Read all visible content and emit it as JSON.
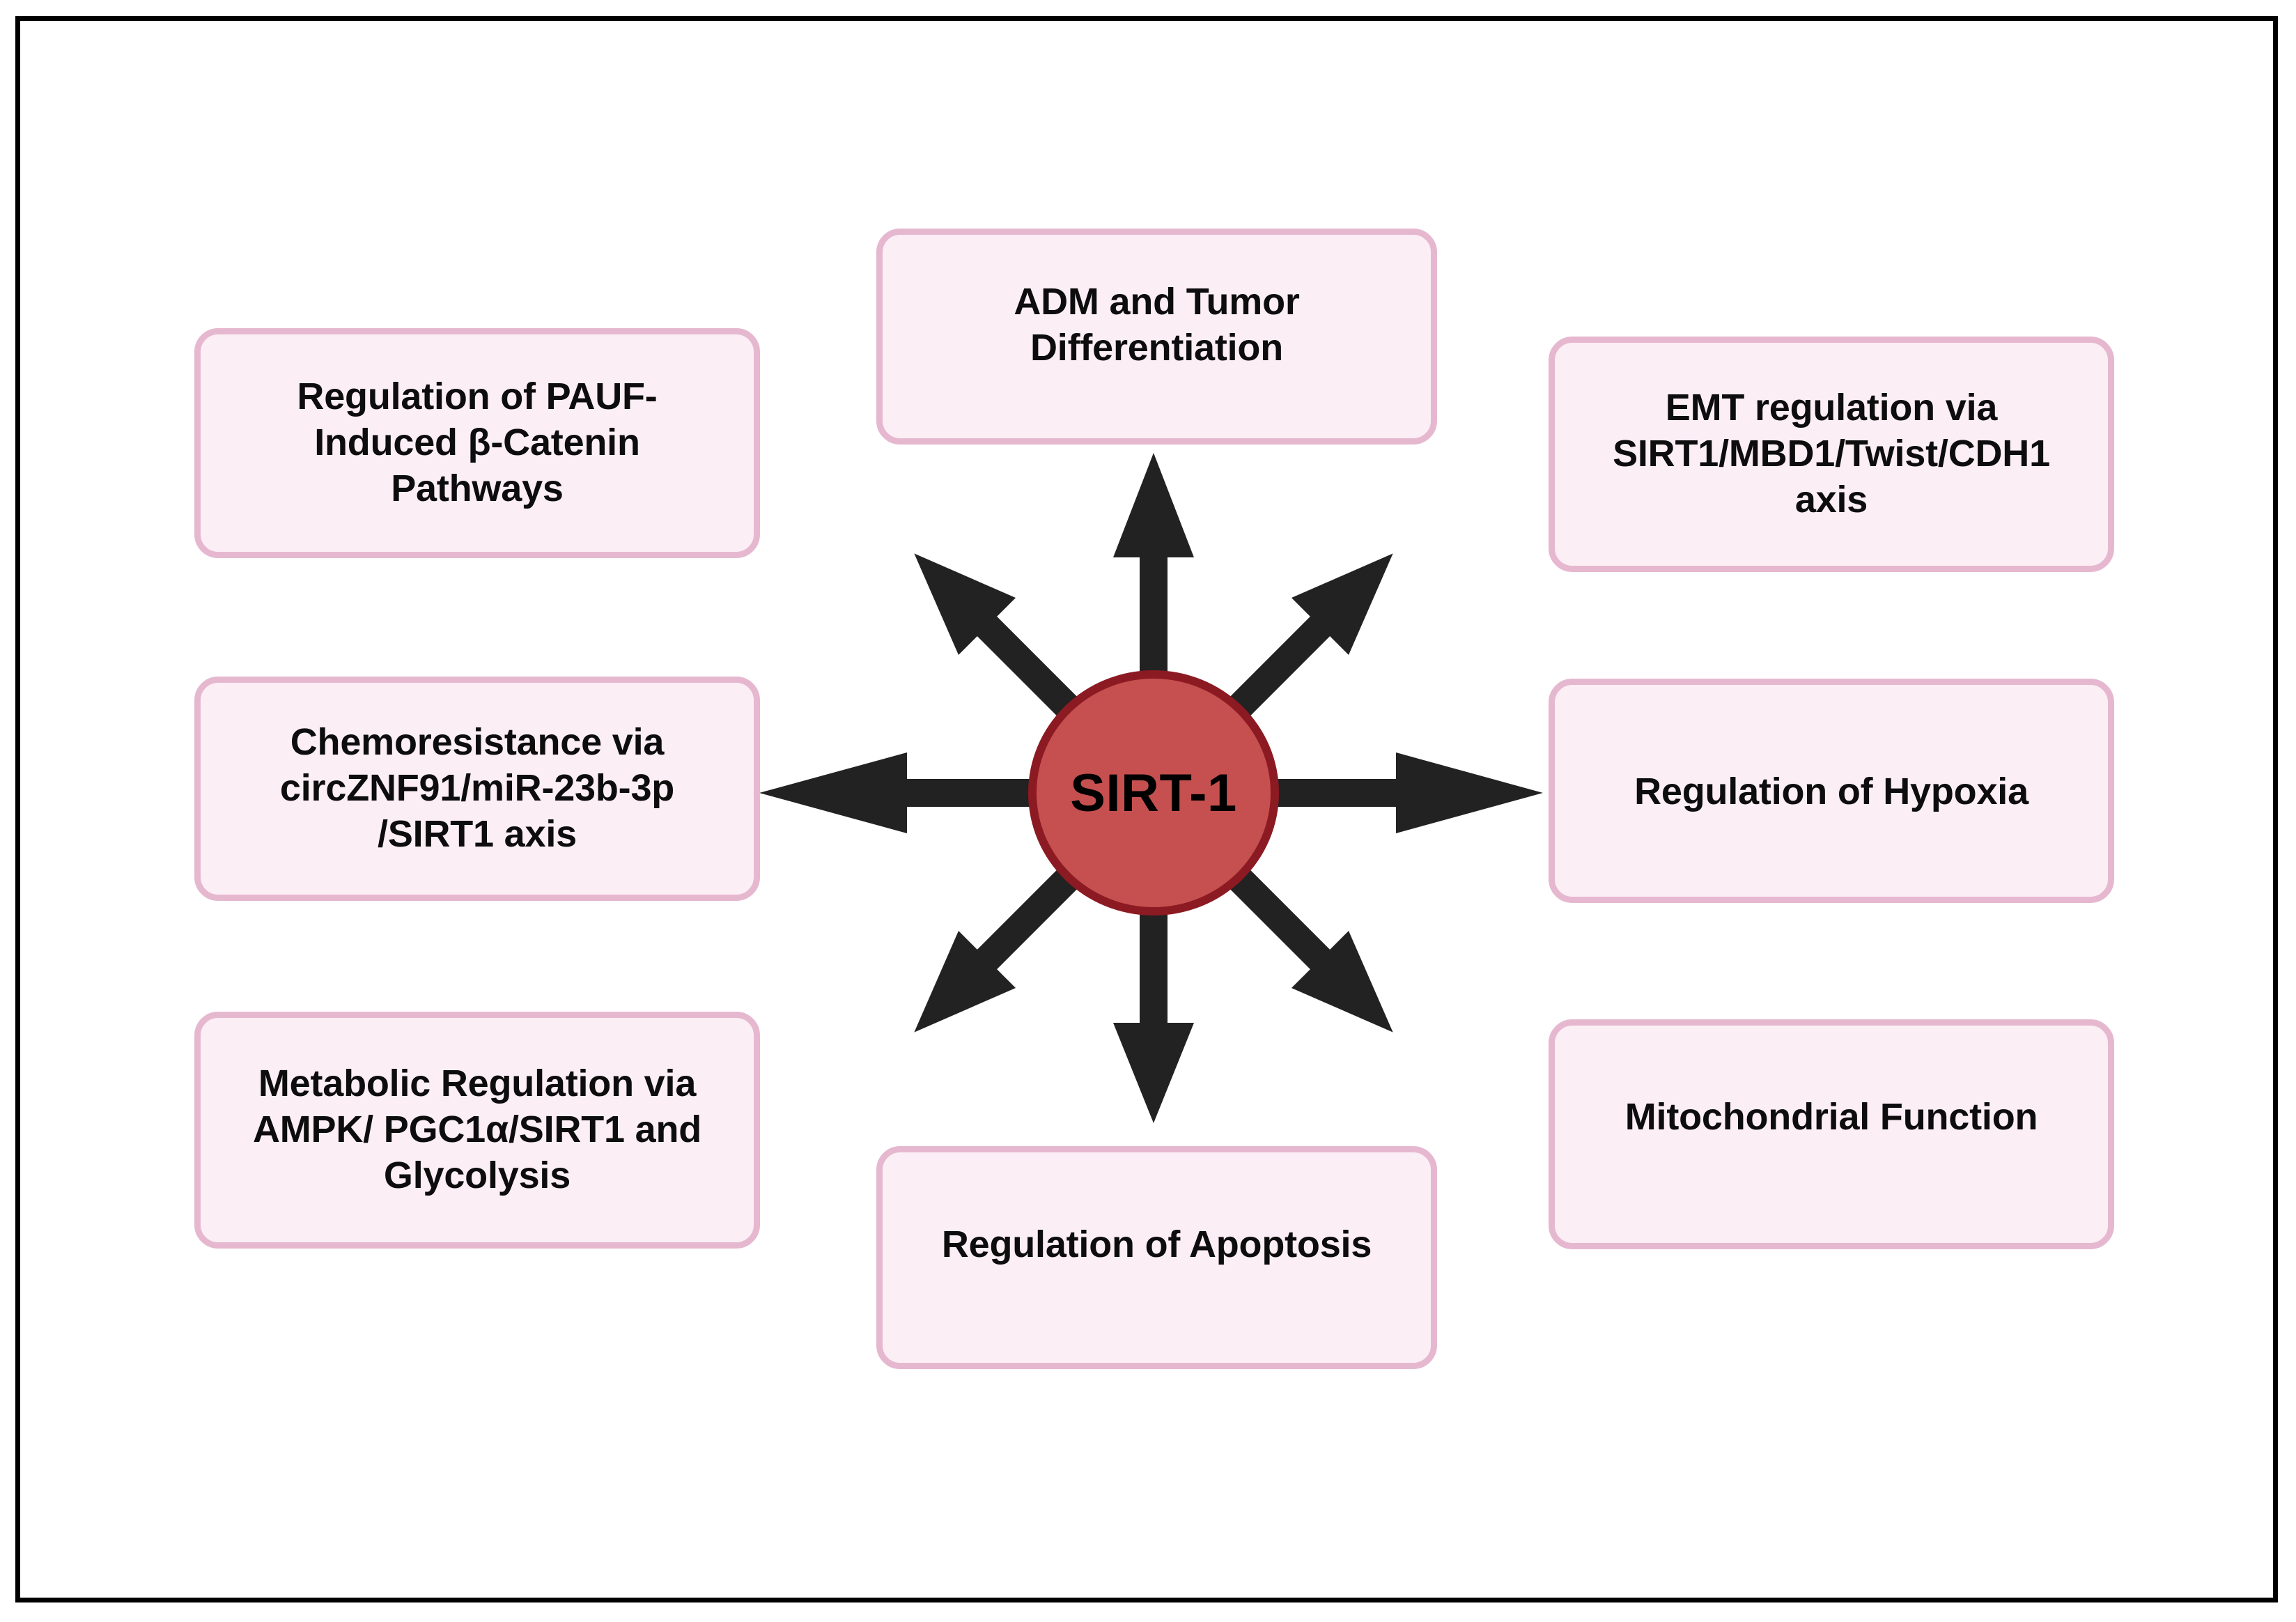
{
  "figure": {
    "type": "radial-hub-and-spoke-diagram",
    "frame_color": "#000000",
    "background": "#ffffff"
  },
  "hub": {
    "label": "SIRT-1",
    "fill_color": "#c6504f",
    "border_color": "#8c1a22",
    "text_color": "#000000"
  },
  "box_style": {
    "fill_color": "#fceef5",
    "border_color": "#e6b8d0",
    "text_color": "#0d0d0d"
  },
  "arrow_style": {
    "color": "#222222",
    "head": "block-triangle"
  },
  "nodes": [
    {
      "id": "adm",
      "label": "ADM and Tumor\nDifferentiation",
      "direction": "up",
      "position": "top-center"
    },
    {
      "id": "emt",
      "label": "EMT regulation via\nSIRT1/MBD1/Twist/CDH1\naxis",
      "direction": "up-right",
      "position": "top-right"
    },
    {
      "id": "hypoxia",
      "label": "Regulation of Hypoxia",
      "direction": "right",
      "position": "middle-right"
    },
    {
      "id": "mito",
      "label": "Mitochondrial Function",
      "direction": "down-right",
      "position": "bottom-right"
    },
    {
      "id": "apoptosis",
      "label": "Regulation of Apoptosis",
      "direction": "down",
      "position": "bottom-center"
    },
    {
      "id": "metabolic",
      "label": "Metabolic Regulation via\nAMPK/ PGC1α/SIRT1 and\nGlycolysis",
      "direction": "down-left",
      "position": "bottom-left"
    },
    {
      "id": "chemo",
      "label": "Chemoresistance via\ncircZNF91/miR-23b-3p\n/SIRT1 axis",
      "direction": "left",
      "position": "middle-left"
    },
    {
      "id": "pauf",
      "label": "Regulation of PAUF-\nInduced β-Catenin\nPathways",
      "direction": "up-left",
      "position": "top-left"
    }
  ],
  "arrows": [
    {
      "id": "arrow-up",
      "from": "SIRT-1",
      "to": "ADM and Tumor Differentiation"
    },
    {
      "id": "arrow-up-right",
      "from": "SIRT-1",
      "to": "EMT regulation via SIRT1/MBD1/Twist/CDH1 axis"
    },
    {
      "id": "arrow-right",
      "from": "SIRT-1",
      "to": "Regulation of Hypoxia"
    },
    {
      "id": "arrow-down-right",
      "from": "SIRT-1",
      "to": "Mitochondrial Function"
    },
    {
      "id": "arrow-down",
      "from": "SIRT-1",
      "to": "Regulation of Apoptosis"
    },
    {
      "id": "arrow-down-left",
      "from": "SIRT-1",
      "to": "Metabolic Regulation via AMPK/ PGC1α/SIRT1 and Glycolysis"
    },
    {
      "id": "arrow-left",
      "from": "SIRT-1",
      "to": "Chemoresistance via circZNF91/miR-23b-3p /SIRT1 axis"
    },
    {
      "id": "arrow-up-left",
      "from": "SIRT-1",
      "to": "Regulation of PAUF-Induced β-Catenin Pathways"
    }
  ]
}
